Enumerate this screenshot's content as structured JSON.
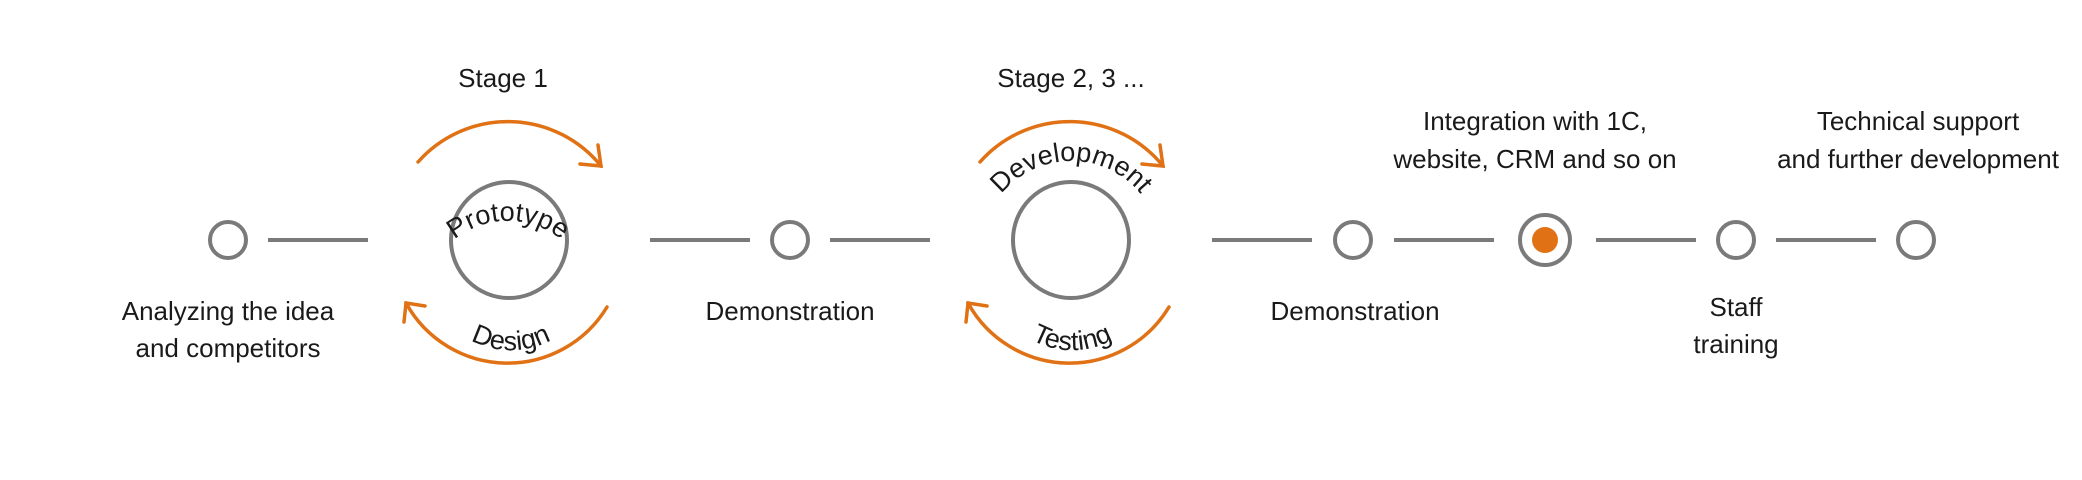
{
  "colors": {
    "accent": "#e07215",
    "line": "#7a7a7a",
    "text": "#1a1a1a"
  },
  "stage1": {
    "title": "Stage 1",
    "top_arc": "Prototype",
    "bottom_arc": "Design"
  },
  "stage2": {
    "title": "Stage 2, 3 ...",
    "top_arc": "Development",
    "bottom_arc": "Testing"
  },
  "labels": {
    "analyzing_line1": "Analyzing the idea",
    "analyzing_line2": "and competitors",
    "demo1": "Demonstration",
    "demo2": "Demonstration",
    "integration_line1": "Integration with 1C,",
    "integration_line2": "website, CRM and so on",
    "staff_line1": "Staff",
    "staff_line2": "training",
    "support_line1": "Technical support",
    "support_line2": "and further development"
  }
}
